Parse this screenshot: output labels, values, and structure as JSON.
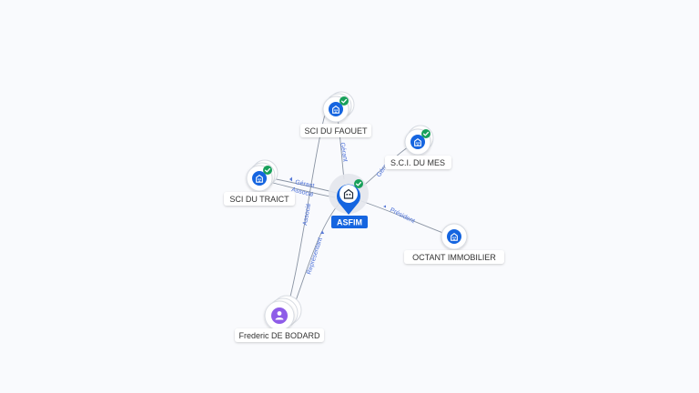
{
  "colors": {
    "background": "#f9fafd",
    "company_blue": "#1565e0",
    "edge": "#7f8a9a",
    "edge_label": "#4a6fd8",
    "check_green": "#18a05a",
    "person_purple": "#8e5ce8"
  },
  "center": {
    "name": "ASFIM",
    "icon": "building-icon",
    "verified": true
  },
  "companies": [
    {
      "id": "sci-du-faouet",
      "name": "SCI DU FAOUET",
      "icon": "building-icon",
      "verified": true
    },
    {
      "id": "sci-du-traict",
      "name": "SCI DU TRAICT",
      "icon": "building-icon",
      "verified": true
    },
    {
      "id": "sci-du-mes",
      "name": "S.C.I. DU MES",
      "icon": "building-icon",
      "verified": true
    },
    {
      "id": "octant-immobilier",
      "name": "OCTANT IMMOBILIER",
      "icon": "building-icon",
      "verified": false
    }
  ],
  "person": {
    "name": "Frederic DE BODARD",
    "icon": "person-icon"
  },
  "relations": [
    {
      "id": "asfim-faouet",
      "label": "Gérant"
    },
    {
      "id": "asfim-traict-1",
      "label": "Gérant"
    },
    {
      "id": "asfim-traict-2",
      "label": "Associé"
    },
    {
      "id": "asfim-mes",
      "label": "Gérant"
    },
    {
      "id": "asfim-octant",
      "label": "Président"
    },
    {
      "id": "person-faouet",
      "label": "Associé"
    },
    {
      "id": "person-asfim",
      "label": "Représentant"
    }
  ]
}
